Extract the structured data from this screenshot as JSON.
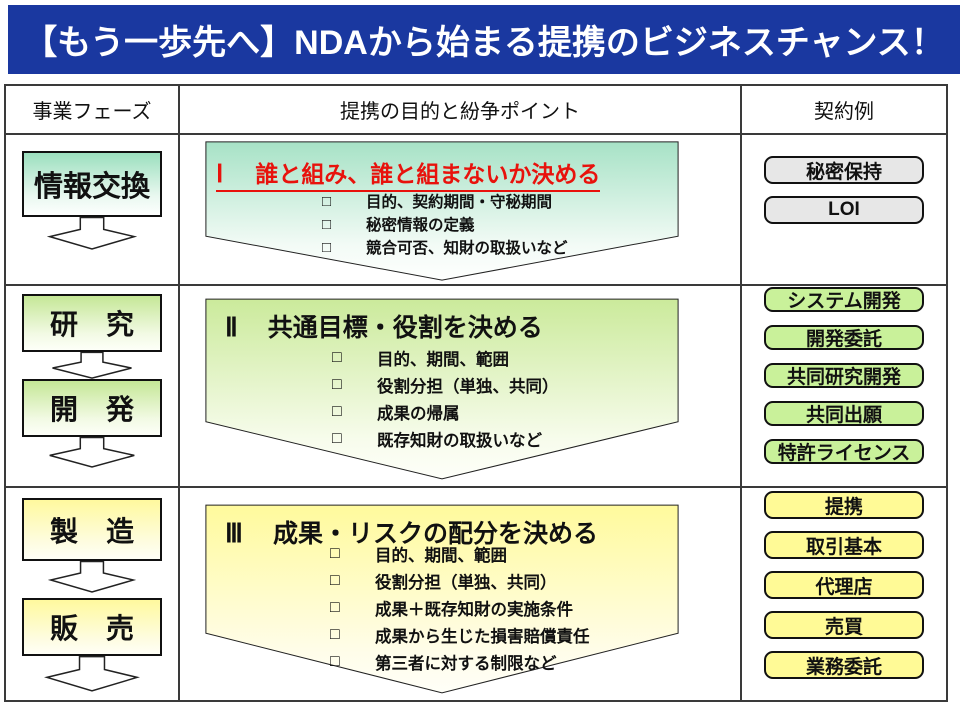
{
  "slide_title": "【もう一歩先へ】NDAから始まる提携のビジネスチャンス！",
  "icons": {
    "checkbox": "□"
  },
  "colors": {
    "title_bar_bg": "#1A38A0",
    "title_bar_text": "#FFFFFF",
    "emphasis_red": "#E8120C",
    "phase_row1_green": "#9BDFBE",
    "phase_row2_green": "#C5E797",
    "phase_row3_yellow": "#FFF99E",
    "chip_gray": "#E7E7E7",
    "chip_green": "#C9F19A",
    "chip_yellow": "#FFFA96",
    "table_border": "#3A3A3A"
  },
  "table": {
    "headers": {
      "phase": "事業フェーズ",
      "main": "提携の目的と紛争ポイント",
      "contracts": "契約例"
    },
    "rows": [
      {
        "phases": [
          "情報交換"
        ],
        "numeral": "Ⅰ",
        "heading": "誰と組み、誰と組まないか決める",
        "items": [
          "目的、契約期間・守秘期間",
          "秘密情報の定義",
          "競合可否、知財の取扱いなど"
        ],
        "contracts": [
          "秘密保持",
          "LOI"
        ]
      },
      {
        "phases": [
          "研　究",
          "開　発"
        ],
        "numeral": "Ⅱ",
        "heading": "共通目標・役割を決める",
        "items": [
          "目的、期間、範囲",
          "役割分担（単独、共同）",
          "成果の帰属",
          "既存知財の取扱いなど"
        ],
        "contracts": [
          "システム開発",
          "開発委託",
          "共同研究開発",
          "共同出願",
          "特許ライセンス"
        ]
      },
      {
        "phases": [
          "製　造",
          "販　売"
        ],
        "numeral": "Ⅲ",
        "heading": "成果・リスクの配分を決める",
        "items": [
          "目的、期間、範囲",
          "役割分担（単独、共同）",
          "成果＋既存知財の実施条件",
          "成果から生じた損害賠償責任",
          "第三者に対する制限など"
        ],
        "contracts": [
          "提携",
          "取引基本",
          "代理店",
          "売買",
          "業務委託"
        ]
      }
    ]
  }
}
